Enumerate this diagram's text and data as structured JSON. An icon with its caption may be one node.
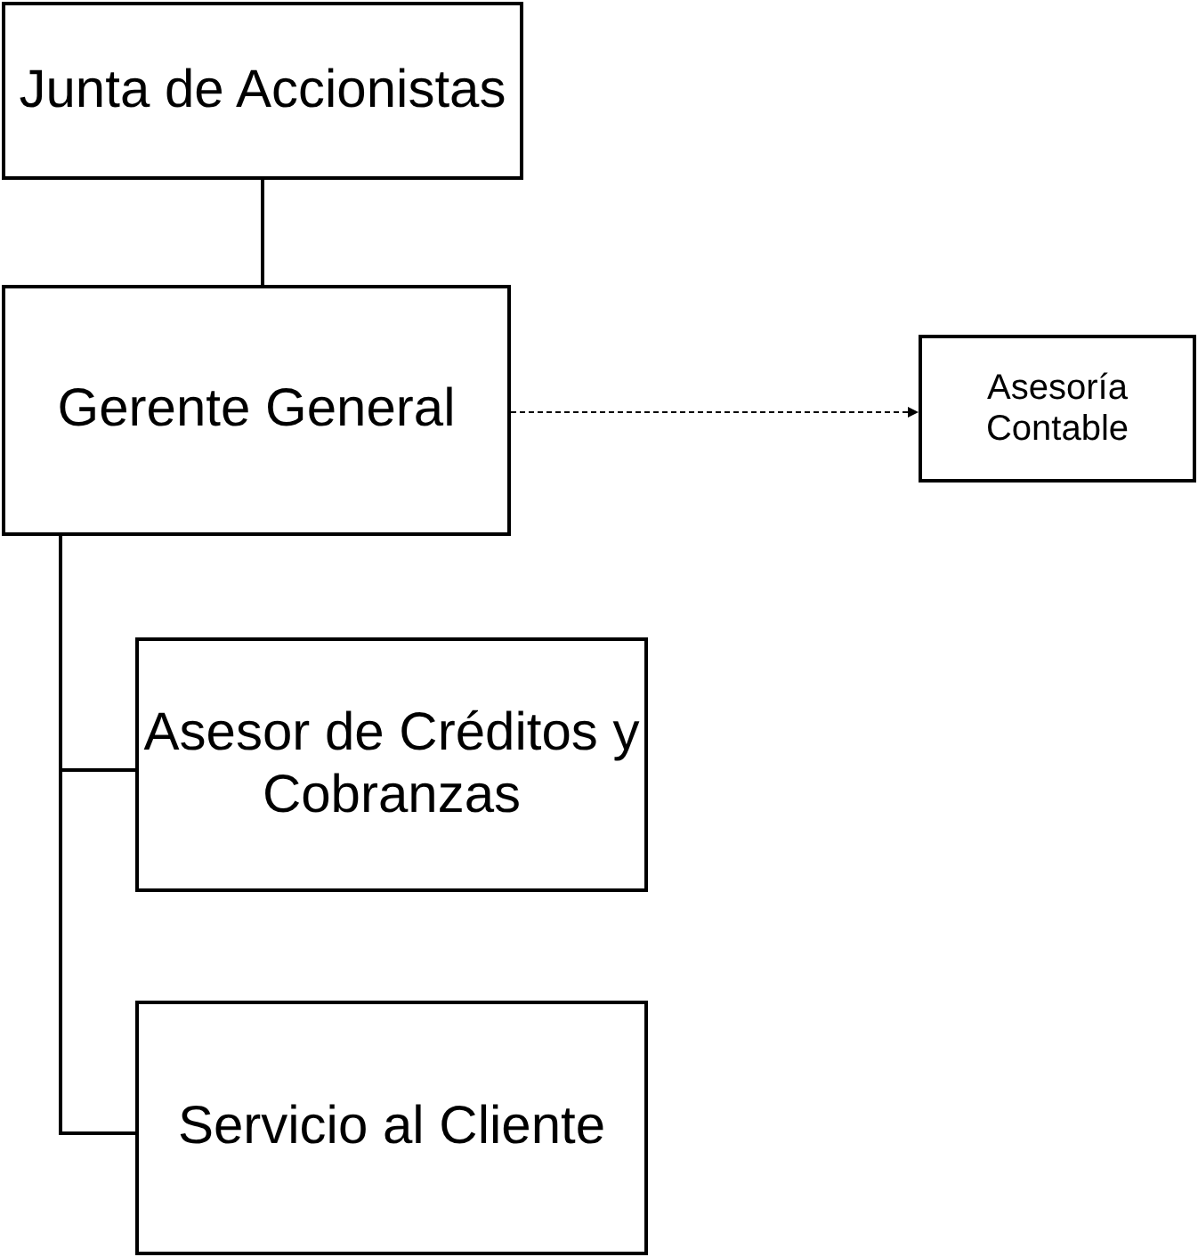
{
  "diagram": {
    "nodes": [
      {
        "text": [
          "Junta de Accionistas"
        ]
      },
      {
        "text": [
          "Gerente General"
        ]
      },
      {
        "text": [
          "Asesoría Contable"
        ]
      },
      {
        "text": [
          "Asesor de Créditos y Cobranzas"
        ]
      },
      {
        "text": [
          "Servicio al Cliente"
        ]
      }
    ],
    "edges": [
      {
        "from": 0,
        "to": 1,
        "arrow": "none"
      },
      {
        "from": 1,
        "to": 2,
        "arrow": "to",
        "style": "dashed"
      },
      {
        "from": 1,
        "to": 3,
        "arrow": "none"
      },
      {
        "from": 1,
        "to": 4,
        "arrow": "none"
      }
    ]
  }
}
